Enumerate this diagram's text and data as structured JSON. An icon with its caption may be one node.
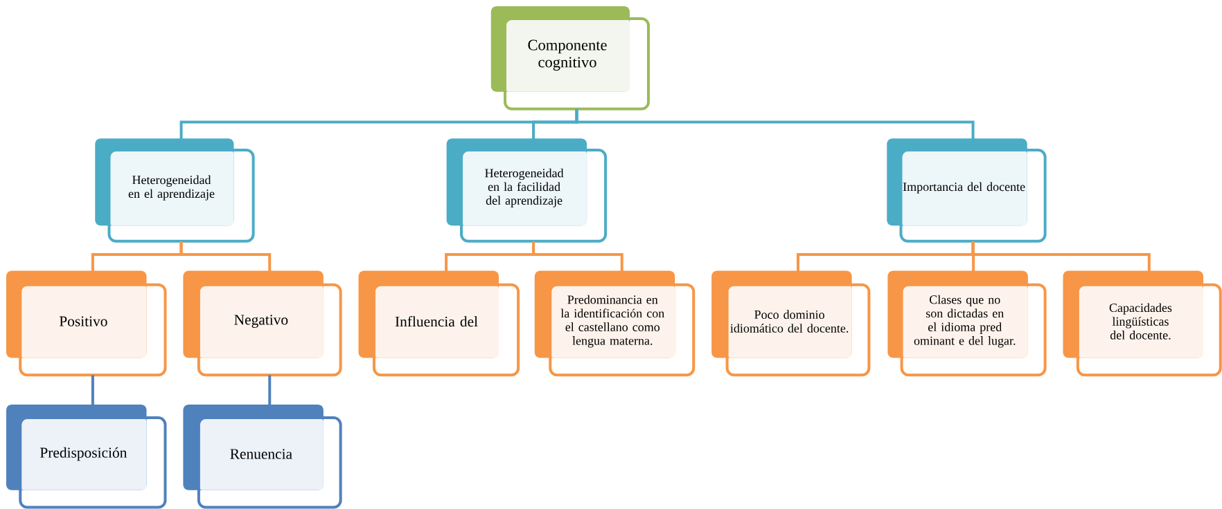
{
  "diagram": {
    "nodes": [
      {
        "text": [
          "Componente cognitivo"
        ]
      },
      {
        "text": [
          "Heterogeneidad en el aprendizaje"
        ]
      },
      {
        "text": [
          "Heterogeneidad en la facilidad del aprendizaje"
        ]
      },
      {
        "text": [
          "Importancia del docente"
        ]
      },
      {
        "text": [
          "Positivo"
        ]
      },
      {
        "text": [
          "Negativo"
        ]
      },
      {
        "text": [
          "Influencia del"
        ]
      },
      {
        "text": [
          "Predominancia en la identificación con el castellano como lengua materna."
        ]
      },
      {
        "text": [
          "Poco dominio idiomático del docente."
        ]
      },
      {
        "text": [
          "Clases que no son dictadas en el idioma pred ominant e del lugar."
        ]
      },
      {
        "text": [
          "Capacidades lingüísticas del docente."
        ]
      },
      {
        "text": [
          "Predisposición"
        ]
      },
      {
        "text": [
          "Renuencia"
        ]
      }
    ],
    "edges": [
      {
        "from": 0,
        "to": 1,
        "arrow": "none",
        "color": "#4bacc6"
      },
      {
        "from": 0,
        "to": 2,
        "arrow": "none",
        "color": "#4bacc6"
      },
      {
        "from": 0,
        "to": 3,
        "arrow": "none",
        "color": "#4bacc6"
      },
      {
        "from": 1,
        "to": 4,
        "arrow": "none"
      },
      {
        "from": 1,
        "to": 5,
        "arrow": "none"
      },
      {
        "from": 2,
        "to": 6,
        "arrow": "none"
      },
      {
        "from": 2,
        "to": 7,
        "arrow": "none"
      },
      {
        "from": 3,
        "to": 8,
        "arrow": "none"
      },
      {
        "from": 3,
        "to": 9,
        "arrow": "none"
      },
      {
        "from": 3,
        "to": 10,
        "arrow": "none"
      },
      {
        "from": 4,
        "to": 11,
        "arrow": "none",
        "color": "#4f81bd"
      },
      {
        "from": 5,
        "to": 12,
        "arrow": "none",
        "color": "#4f81bd"
      }
    ]
  }
}
